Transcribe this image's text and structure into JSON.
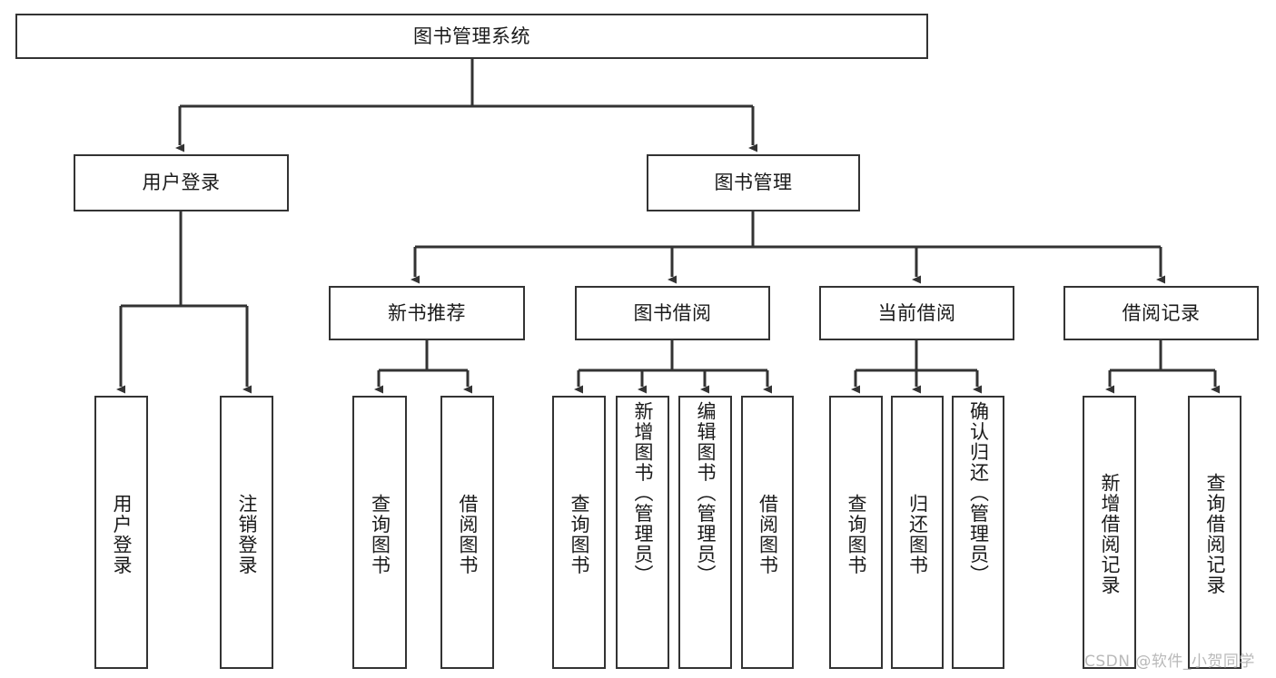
{
  "diagram": {
    "title": "图书管理系统",
    "type": "hierarchy-tree",
    "root": {
      "id": "root",
      "label": "图书管理系统"
    },
    "level2": [
      {
        "id": "user-login",
        "label": "用户登录"
      },
      {
        "id": "book-management",
        "label": "图书管理"
      }
    ],
    "level3": [
      {
        "id": "new-book-recommend",
        "label": "新书推荐",
        "parent": "book-management"
      },
      {
        "id": "book-borrow",
        "label": "图书借阅",
        "parent": "book-management"
      },
      {
        "id": "current-borrow",
        "label": "当前借阅",
        "parent": "book-management"
      },
      {
        "id": "borrow-record",
        "label": "借阅记录",
        "parent": "book-management"
      }
    ],
    "leaves": {
      "user-login": [
        {
          "id": "leaf-user-login",
          "label": "用户登录"
        },
        {
          "id": "leaf-user-logout",
          "label": "注销登录"
        }
      ],
      "new-book-recommend": [
        {
          "id": "leaf-query-book-1",
          "label": "查询图书"
        },
        {
          "id": "leaf-borrow-book-1",
          "label": "借阅图书"
        }
      ],
      "book-borrow": [
        {
          "id": "leaf-query-book-2",
          "label": "查询图书"
        },
        {
          "id": "leaf-add-book",
          "label": "新增图书（管理员）"
        },
        {
          "id": "leaf-edit-book",
          "label": "编辑图书（管理员）"
        },
        {
          "id": "leaf-borrow-book-2",
          "label": "借阅图书"
        }
      ],
      "current-borrow": [
        {
          "id": "leaf-query-book-3",
          "label": "查询图书"
        },
        {
          "id": "leaf-return-book",
          "label": "归还图书"
        },
        {
          "id": "leaf-confirm-return",
          "label": "确认归还（管理员）"
        }
      ],
      "borrow-record": [
        {
          "id": "leaf-add-record",
          "label": "新增借阅记录"
        },
        {
          "id": "leaf-query-record",
          "label": "查询借阅记录"
        }
      ]
    }
  },
  "watermark": {
    "text": "CSDN @软件_小贺同学"
  },
  "colors": {
    "stroke": "#333333",
    "fill": "#ffffff",
    "text": "#1a1a1a",
    "watermark": "#b9b9b9"
  }
}
